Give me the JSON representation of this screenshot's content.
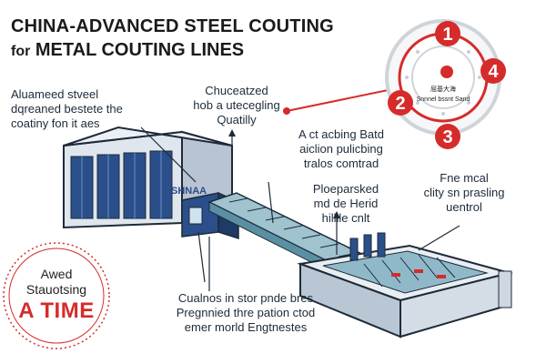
{
  "title": {
    "line1": "CHINA-ADVANCED STEEL COUTING",
    "line2_prefix": "for",
    "line2_rest": "METAL COUTING LINES"
  },
  "captions": {
    "steel": [
      "Aluameed stveel",
      "dqreaned bestete the",
      "coatiny fon it aes"
    ],
    "quality": [
      "Chuceatzed",
      "hob a utecegling",
      "Quatilly"
    ],
    "action": [
      "A ct acbing Batd",
      "aiclion pulicbing",
      "tralos comtrad"
    ],
    "process": [
      "Ploeparsked",
      "md de Herid",
      "hillile cnlt"
    ],
    "fine": [
      "Fne mcal",
      "clity sn prasling",
      "uentrol"
    ],
    "bottom": [
      "Cualnos in stor pnde bres",
      "Pregnnied thre pation ctod",
      "emer morld Engtnestes"
    ]
  },
  "building_sign": "SHNAA",
  "badge": {
    "line1": "Awed",
    "line2": "Stauotsing",
    "line3": "A TIME"
  },
  "wheel": {
    "numbers": [
      "1",
      "2",
      "3",
      "4"
    ],
    "text1": "屈基大海",
    "text2": "Snnnel bssnt Sand"
  },
  "colors": {
    "accent_red": "#d62b2b",
    "steel_blue": "#2a4f8a",
    "machine_teal": "#8fb9c9"
  }
}
